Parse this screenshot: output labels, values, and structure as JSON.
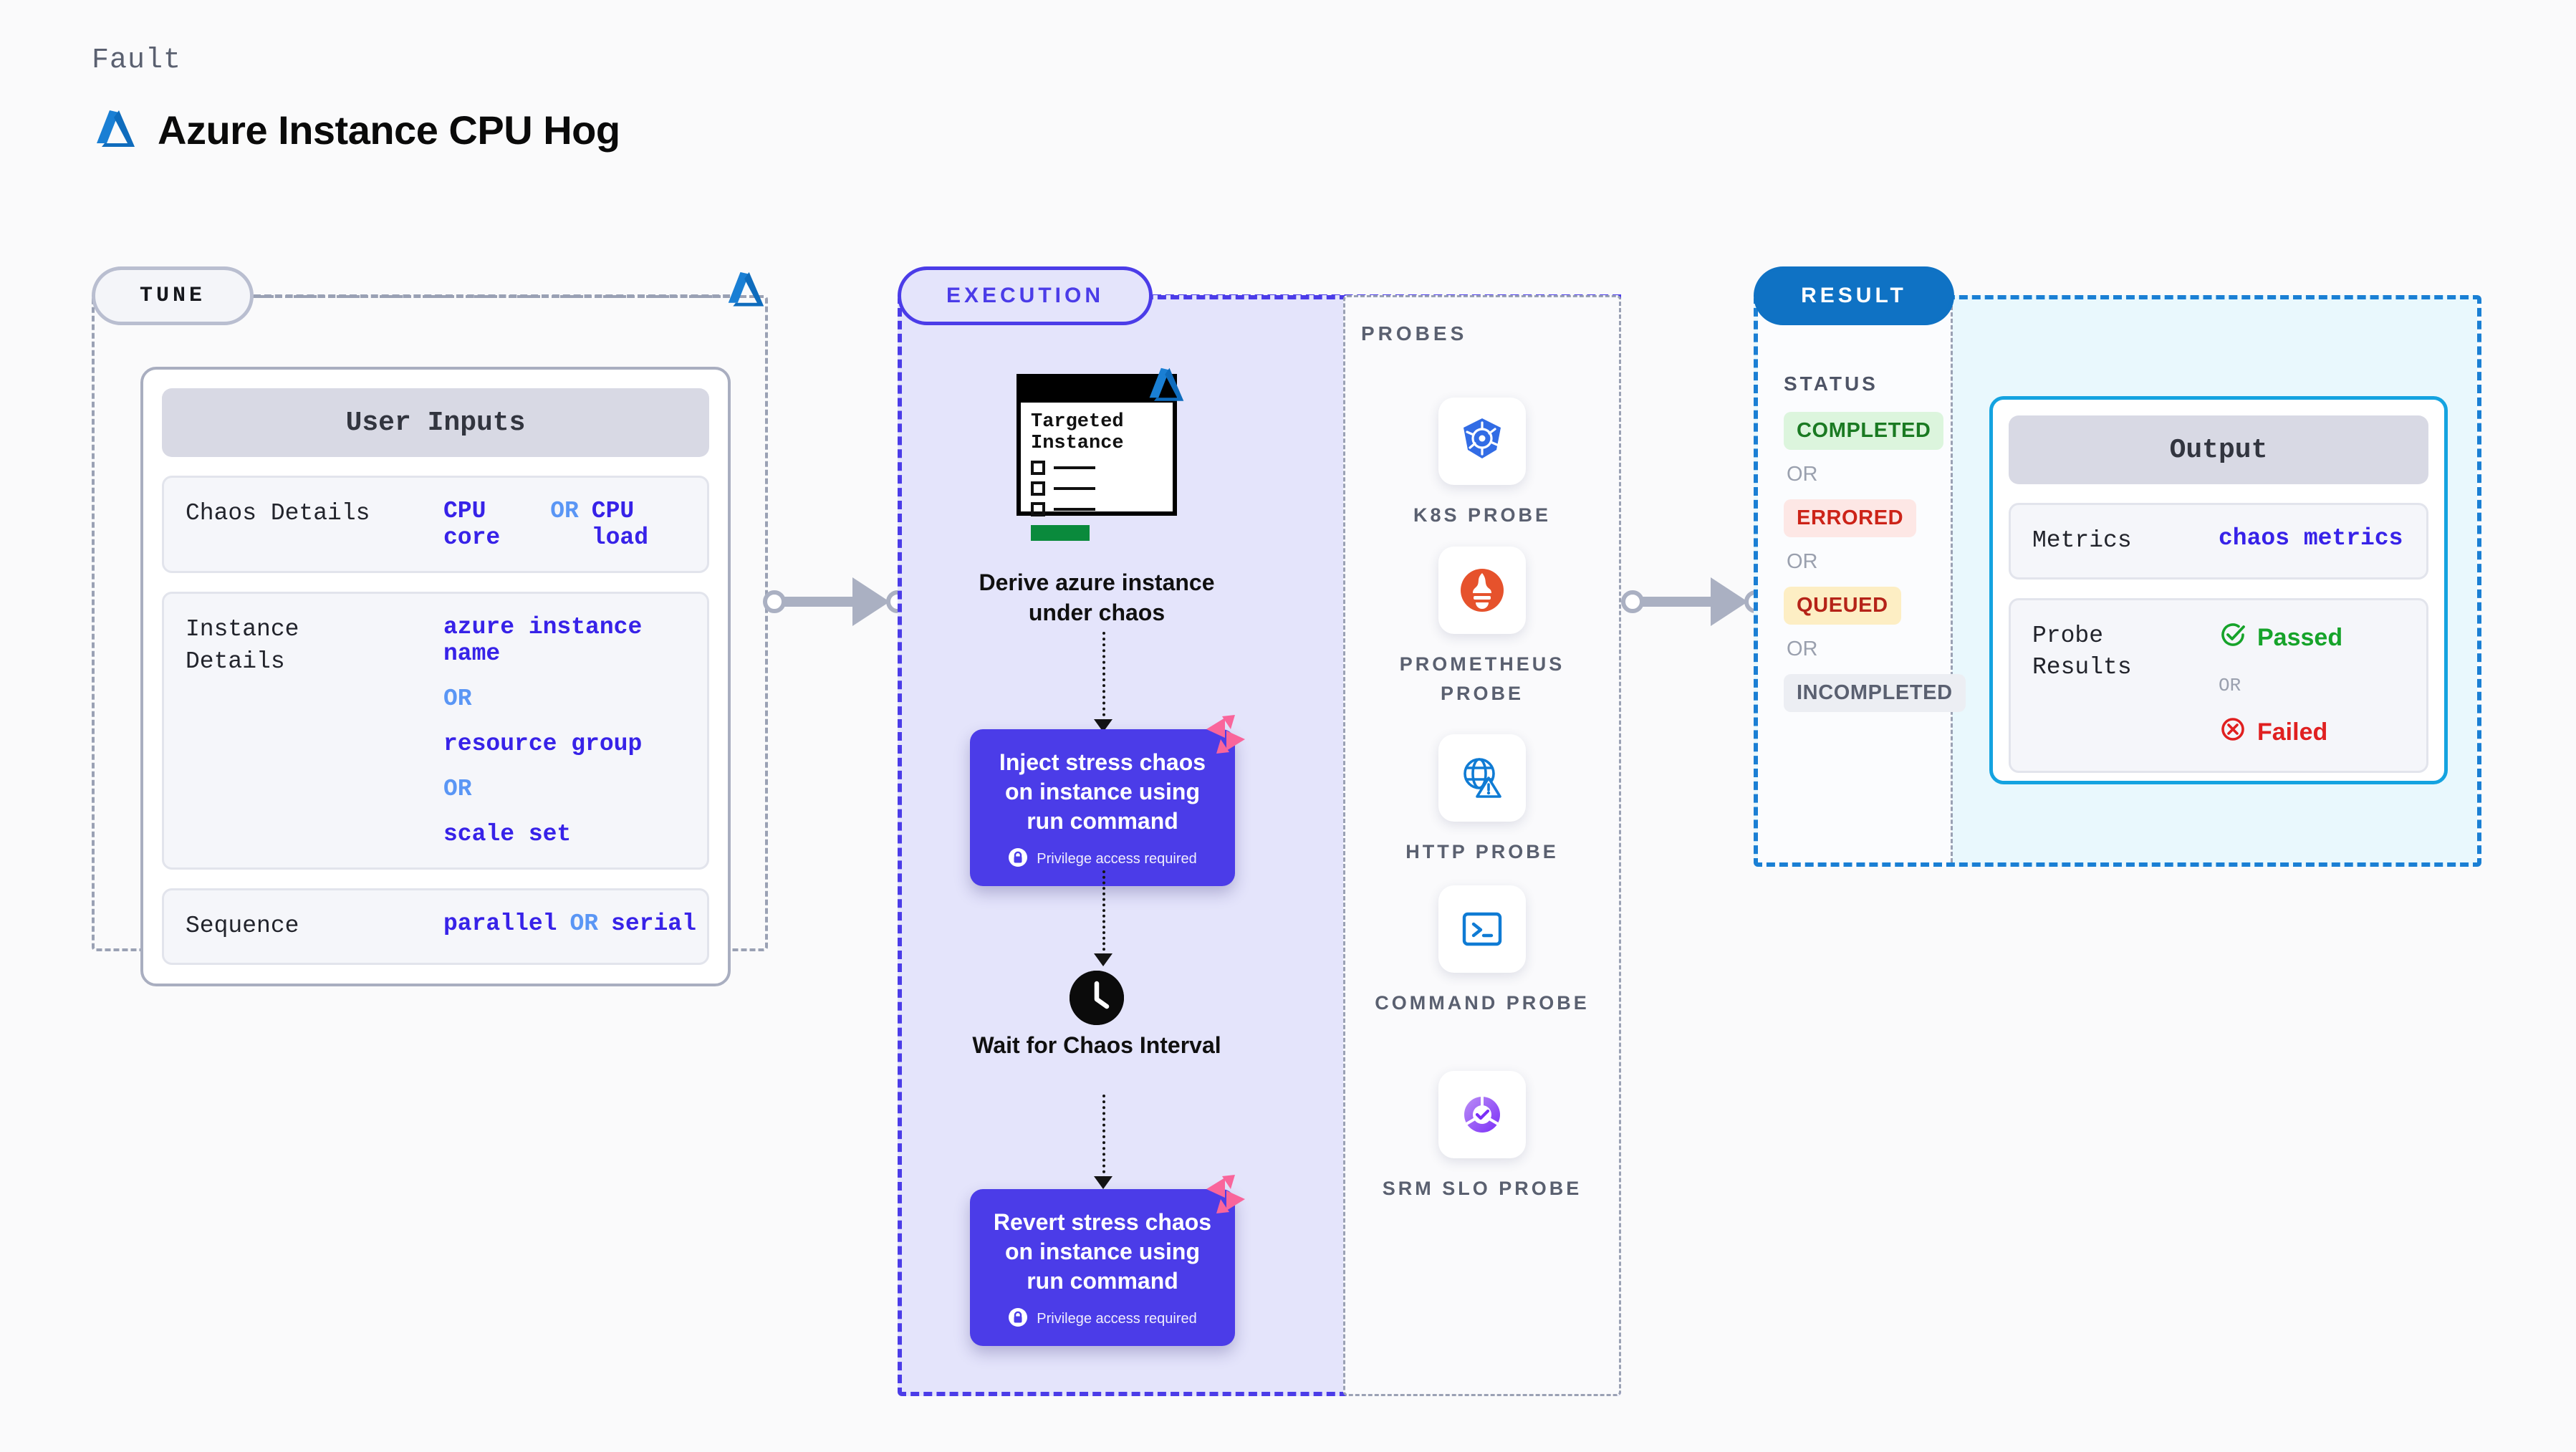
{
  "header": {
    "eyebrow": "Fault",
    "title": "Azure Instance CPU Hog",
    "logo_icon": "azure-logo"
  },
  "tune": {
    "badge": "TUNE",
    "card_title": "User Inputs",
    "rows": [
      {
        "key": "Chaos Details",
        "values": [
          "CPU core",
          "OR",
          "CPU load"
        ],
        "layout": "inline"
      },
      {
        "key": "Instance Details",
        "values": [
          "azure instance name",
          "OR",
          "resource group",
          "OR",
          "scale set"
        ],
        "layout": "stacked"
      },
      {
        "key": "Sequence",
        "values": [
          "parallel",
          "OR",
          "serial"
        ],
        "layout": "inline"
      }
    ]
  },
  "execution": {
    "badge": "EXECUTION",
    "target_card": {
      "title_line1": "Targeted",
      "title_line2": "Instance",
      "logo_icon": "azure-logo"
    },
    "derive_caption": "Derive azure instance under chaos",
    "inject_card": {
      "title": "Inject stress chaos on instance using run command",
      "privilege": "Privilege access required",
      "lock_icon": "lock-icon",
      "ribbon_icon": "ribbon-icon"
    },
    "wait_caption": "Wait for Chaos Interval",
    "clock_icon": "clock-icon",
    "revert_card": {
      "title": "Revert stress chaos on instance using run command",
      "privilege": "Privilege access required",
      "lock_icon": "lock-icon",
      "ribbon_icon": "ribbon-icon"
    }
  },
  "probes": {
    "label": "PROBES",
    "items": [
      {
        "label": "K8S PROBE",
        "icon": "kubernetes-icon"
      },
      {
        "label": "PROMETHEUS PROBE",
        "icon": "prometheus-icon"
      },
      {
        "label": "HTTP PROBE",
        "icon": "http-globe-icon"
      },
      {
        "label": "COMMAND PROBE",
        "icon": "terminal-icon"
      },
      {
        "label": "SRM SLO PROBE",
        "icon": "srm-slo-icon"
      }
    ]
  },
  "result": {
    "badge": "RESULT",
    "status_label": "STATUS",
    "statuses": [
      {
        "text": "COMPLETED",
        "bg": "#dcf5dd",
        "color": "#1a7a22"
      },
      {
        "text": "OR",
        "type": "or"
      },
      {
        "text": "ERRORED",
        "bg": "#fde7e5",
        "color": "#cc2318"
      },
      {
        "text": "OR",
        "type": "or"
      },
      {
        "text": "QUEUED",
        "bg": "#fdeec4",
        "color": "#b52318"
      },
      {
        "text": "OR",
        "type": "or"
      },
      {
        "text": "INCOMPLETED",
        "bg": "#eceef3",
        "color": "#5a6070"
      }
    ],
    "output": {
      "card_title": "Output",
      "rows": [
        {
          "key": "Metrics",
          "values": [
            "chaos metrics"
          ],
          "layout": "inline"
        },
        {
          "key": "Probe Results",
          "values": [
            "Passed",
            "OR",
            "Failed"
          ],
          "layout": "stacked"
        }
      ],
      "passed_label": "Passed",
      "failed_label": "Failed",
      "or_label": "OR",
      "metrics_key": "Metrics",
      "metrics_value": "chaos metrics",
      "probe_key": "Probe Results",
      "pass_icon": "check-circle-icon",
      "fail_icon": "x-circle-icon"
    }
  },
  "colors": {
    "indigo": "#4b3ce8",
    "blue": "#3722e8",
    "or_blue": "#5a96f5",
    "azure": "#0f72c4",
    "cyan": "#14a3e0",
    "green": "#1a7a22",
    "red": "#cc2318",
    "pink": "#f9659b"
  }
}
